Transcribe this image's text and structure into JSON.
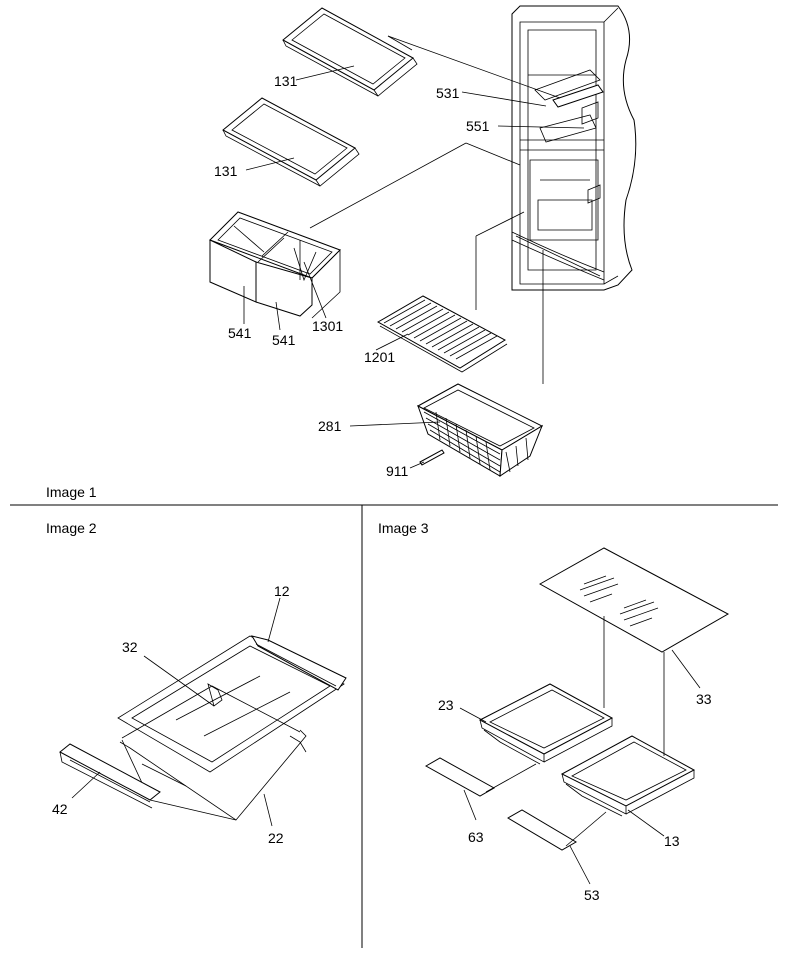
{
  "captions": {
    "image1": "Image 1",
    "image2": "Image 2",
    "image3": "Image 3"
  },
  "image1_labels": {
    "shelf_top": "131",
    "shelf_lower": "131",
    "part_531": "531",
    "part_551": "551",
    "crisper_left": "541",
    "crisper_right": "541",
    "crisper_cover": "1301",
    "wire_shelf": "1201",
    "basket": "281",
    "basket_clip": "911"
  },
  "image2_labels": {
    "rail_back": "12",
    "glass": "32",
    "trim_front": "42",
    "rail_side": "22"
  },
  "image3_labels": {
    "cover_glass": "33",
    "drawer_left": "23",
    "drawer_right": "13",
    "handle_left": "63",
    "handle_right": "53"
  }
}
